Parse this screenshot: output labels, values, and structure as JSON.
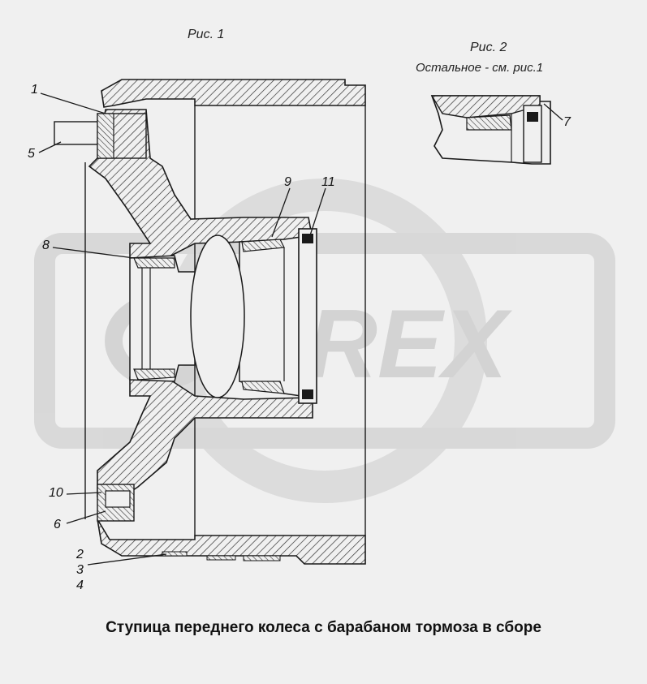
{
  "figures": {
    "fig1_title": "Рис. 1",
    "fig2_title": "Рис. 2",
    "fig2_note": "Остальное - см. рис.1"
  },
  "callouts": [
    "1",
    "5",
    "9",
    "11",
    "8",
    "10",
    "6",
    "2",
    "3",
    "4",
    "7"
  ],
  "watermark": {
    "text": "OREX",
    "color": "#d8d8d8"
  },
  "caption": "Ступица переднего колеса с барабаном тормоза в сборе",
  "colors": {
    "line": "#1a1a1a",
    "background": "#f0f0f0",
    "hatch": "#333333"
  }
}
